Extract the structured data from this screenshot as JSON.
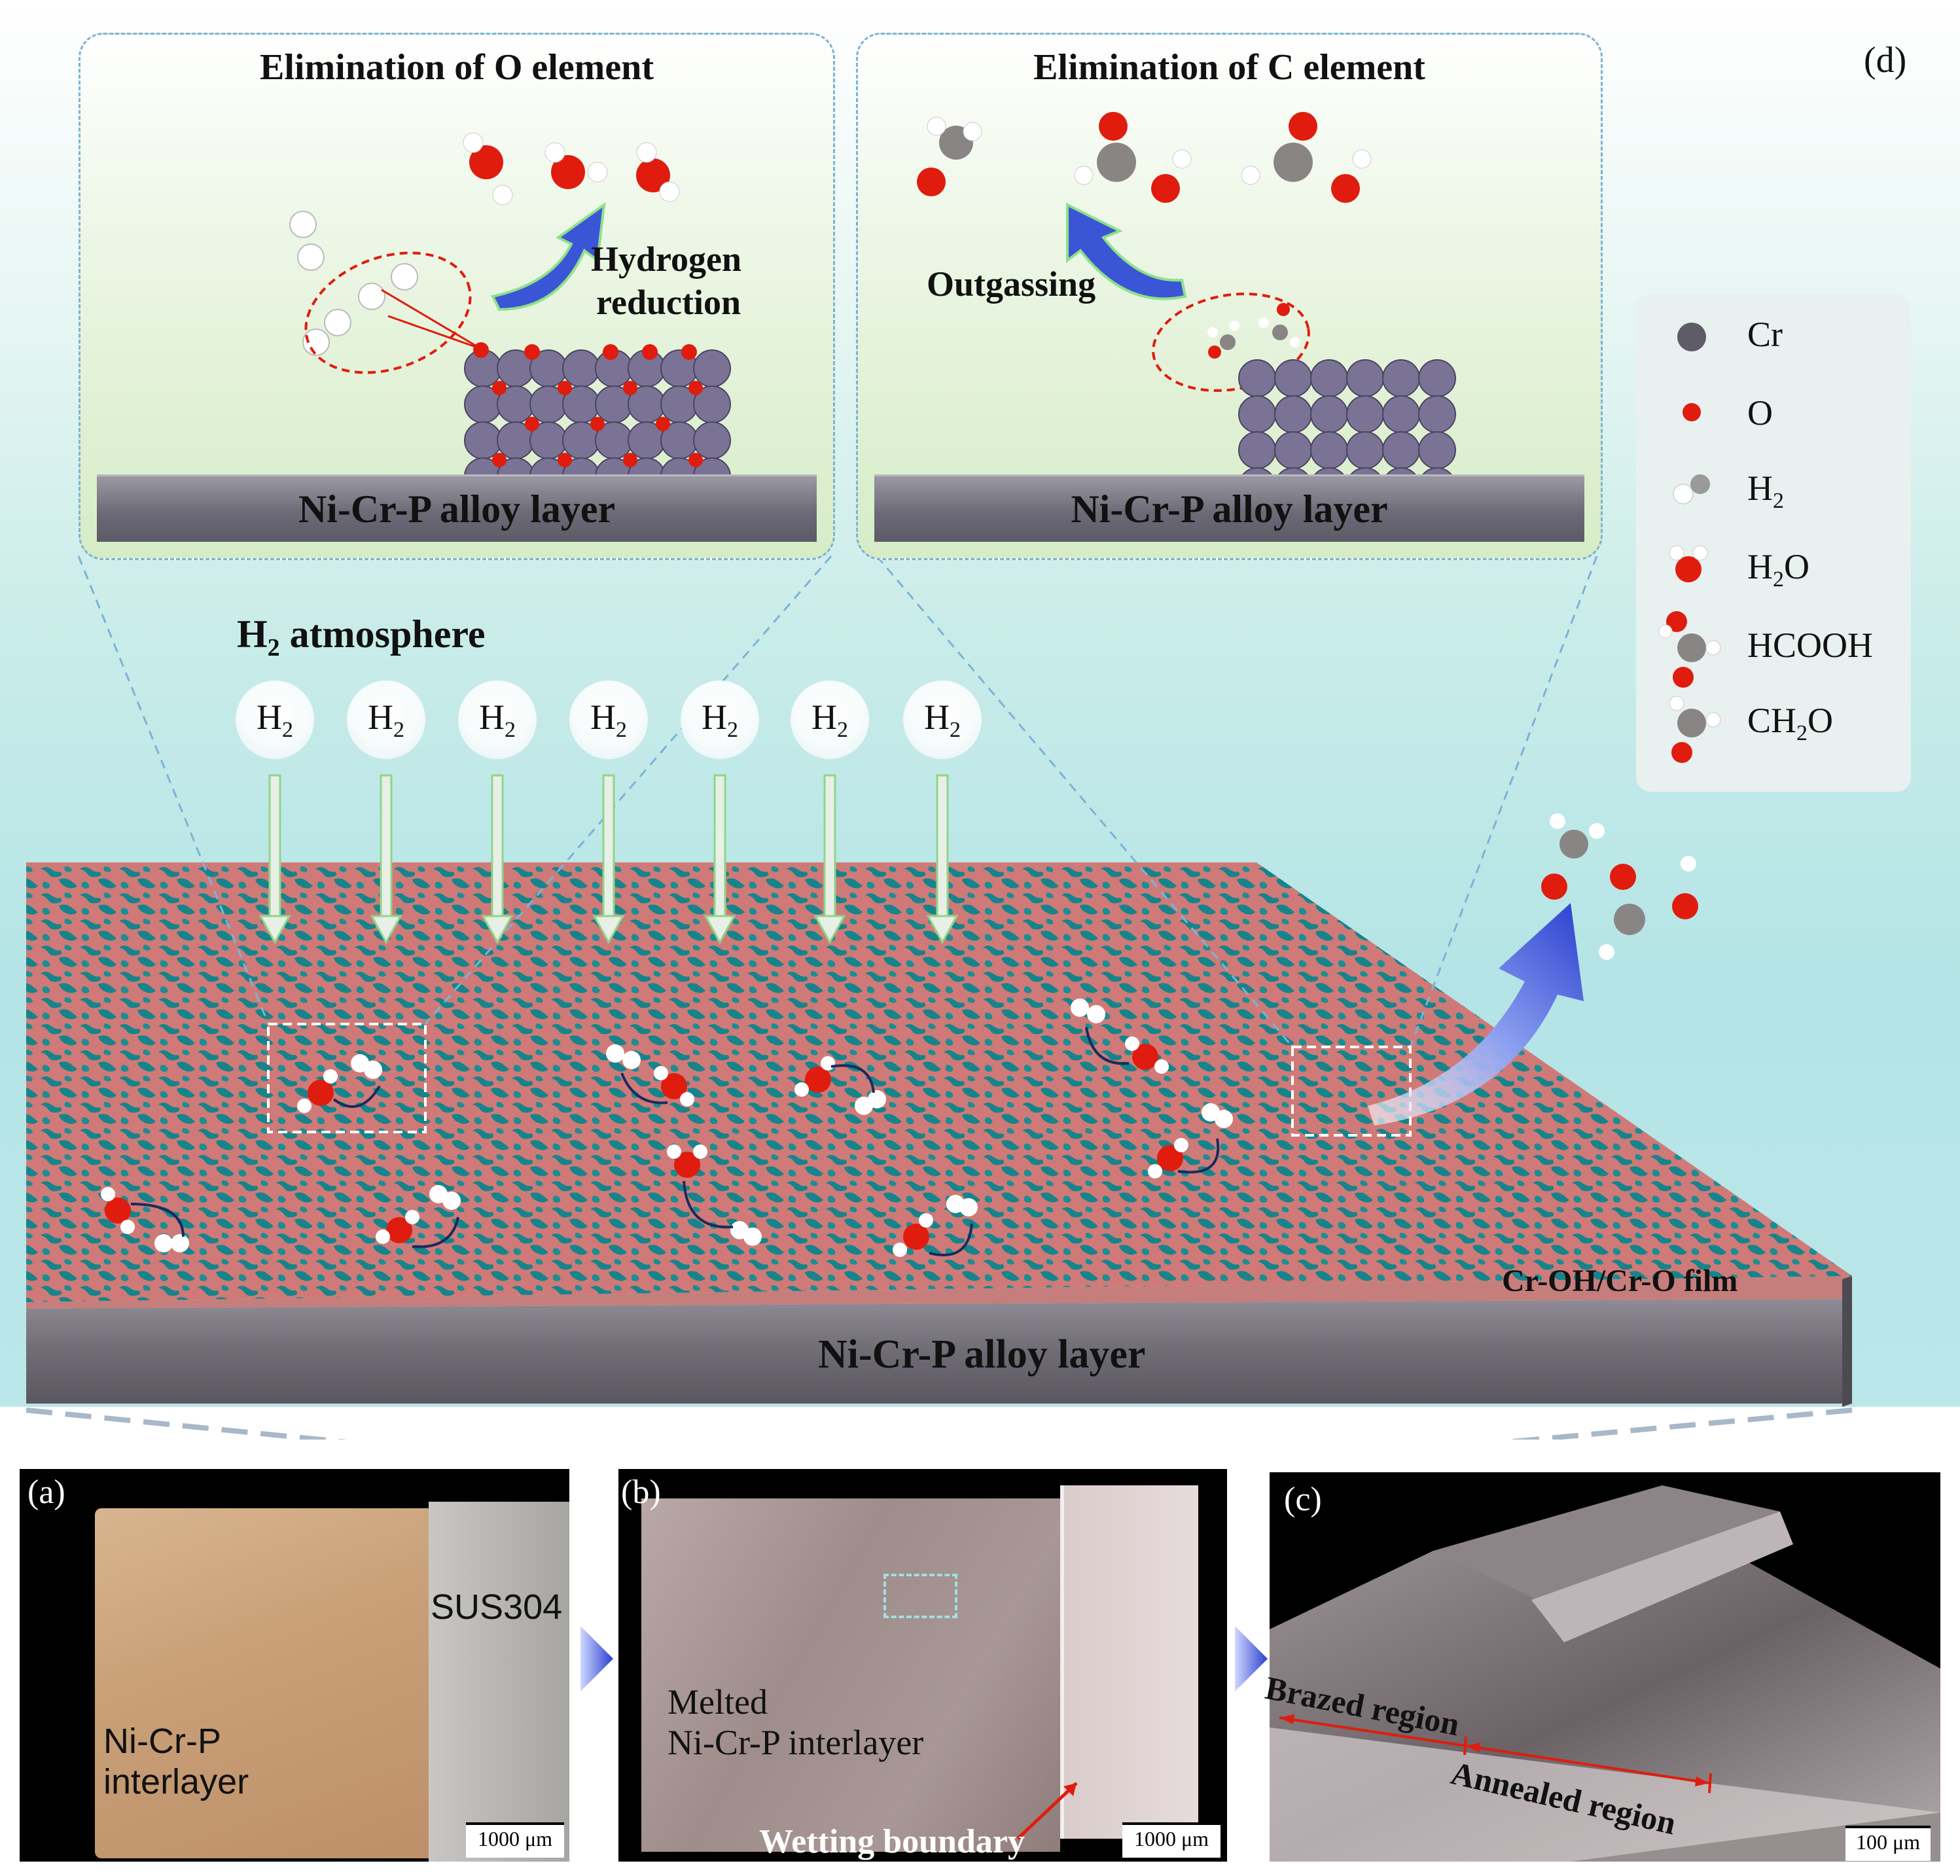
{
  "panel_d": {
    "letter": "(d)",
    "inset_left": {
      "title": "Elimination of O element",
      "process": [
        "Hydrogen",
        "reduction"
      ],
      "alloy_label": "Ni-Cr-P alloy layer"
    },
    "inset_right": {
      "title": "Elimination of C element",
      "process": "Outgassing",
      "alloy_label": "Ni-Cr-P alloy layer"
    },
    "atmosphere_label": "H",
    "atmosphere_sub": "2",
    "atmosphere_rest": " atmosphere",
    "bubble_main": "H",
    "bubble_sub": "2",
    "film_label": "Cr-OH/Cr-O film",
    "substrate_label": "Ni-Cr-P alloy layer"
  },
  "legend": {
    "items": [
      {
        "main": "Cr",
        "sub": "",
        "rest": "",
        "icon": "cr-atom-icon"
      },
      {
        "main": "O",
        "sub": "",
        "rest": "",
        "icon": "o-atom-icon"
      },
      {
        "main": "H",
        "sub": "2",
        "rest": "",
        "icon": "h2-molecule-icon"
      },
      {
        "main": "H",
        "sub": "2",
        "rest": "O",
        "icon": "h2o-molecule-icon"
      },
      {
        "main": "HCOOH",
        "sub": "",
        "rest": "",
        "icon": "hcooh-molecule-icon"
      },
      {
        "main": "CH",
        "sub": "2",
        "rest": "O",
        "icon": "ch2o-molecule-icon"
      }
    ]
  },
  "panel_a": {
    "letter": "(a)",
    "sample_label": "SUS304",
    "interlayer_label": [
      "Ni-Cr-P",
      "interlayer"
    ],
    "scale": "1000 μm"
  },
  "panel_b": {
    "letter": "(b)",
    "interlayer_label": [
      "Melted",
      "Ni-Cr-P interlayer"
    ],
    "boundary_label": "Wetting boundary",
    "scale": "1000 μm"
  },
  "panel_c": {
    "letter": "(c)",
    "brazed_label": "Brazed region",
    "annealed_label": "Annealed region",
    "scale": "100 μm"
  },
  "colors": {
    "cr": "#7a7396",
    "o": "#e01c0e",
    "c": "#8a8585",
    "h": "#ffffff",
    "film_pink": "#cf7a78",
    "film_teal": "#16848a",
    "arrow_blue": "#3a55d6"
  }
}
